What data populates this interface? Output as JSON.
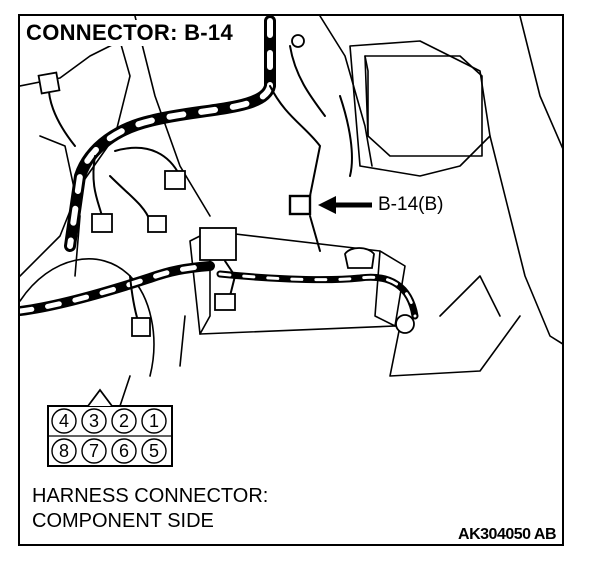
{
  "title": "CONNECTOR: B-14",
  "callout_label": "B-14(B)",
  "connector_pins": {
    "top_row": [
      "4",
      "3",
      "2",
      "1"
    ],
    "bottom_row": [
      "8",
      "7",
      "6",
      "5"
    ]
  },
  "footer": {
    "line1": "HARNESS CONNECTOR:",
    "line2": "COMPONENT SIDE"
  },
  "figure_code": "AK304050 AB"
}
